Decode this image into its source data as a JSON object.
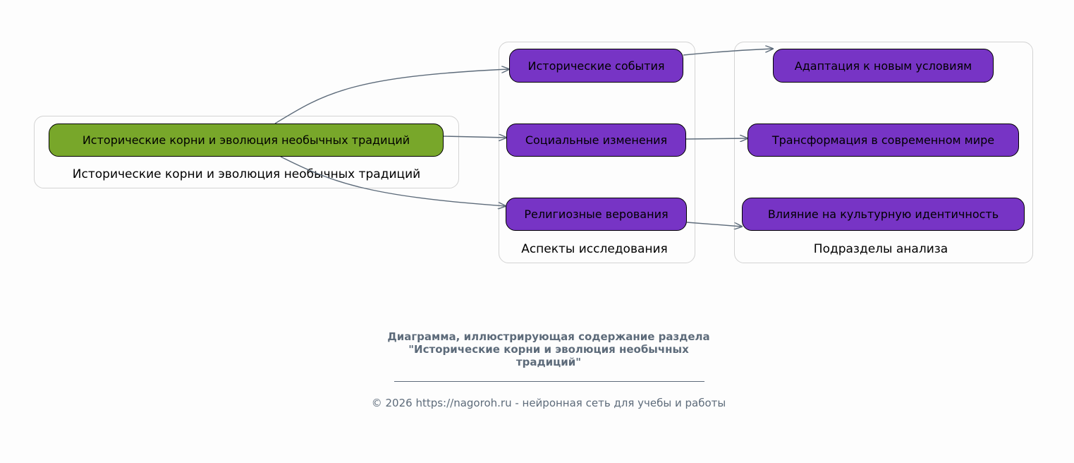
{
  "colors": {
    "root": "#78a72a",
    "node": "#7734c5",
    "edge": "#5d6b7a",
    "cluster_border": "#d3d3d3"
  },
  "clusters": [
    {
      "label": "Исторические корни и эволюция необычных традиций"
    },
    {
      "label": "Аспекты исследования"
    },
    {
      "label": "Подразделы анализа"
    }
  ],
  "root": {
    "label": "Исторические корни и эволюция необычных традиций"
  },
  "aspects": [
    {
      "label": "Исторические события"
    },
    {
      "label": "Социальные изменения"
    },
    {
      "label": "Религиозные верования"
    }
  ],
  "subsections": [
    {
      "label": "Адаптация к новым условиям"
    },
    {
      "label": "Трансформация в современном мире"
    },
    {
      "label": "Влияние на культурную идентичность"
    }
  ],
  "edges": [
    {
      "from": "root",
      "to": "aspects.0"
    },
    {
      "from": "root",
      "to": "aspects.1"
    },
    {
      "from": "root",
      "to": "aspects.2"
    },
    {
      "from": "aspects.0",
      "to": "subsections.0"
    },
    {
      "from": "aspects.1",
      "to": "subsections.1"
    },
    {
      "from": "aspects.2",
      "to": "subsections.2"
    }
  ],
  "caption": {
    "title_lines": [
      "Диаграмма, иллюстрирующая содержание раздела",
      "\"Исторические корни и эволюция необычных",
      "традиций\""
    ],
    "copyright": "© 2026 https://nagoroh.ru - нейронная сеть для учебы и работы"
  }
}
